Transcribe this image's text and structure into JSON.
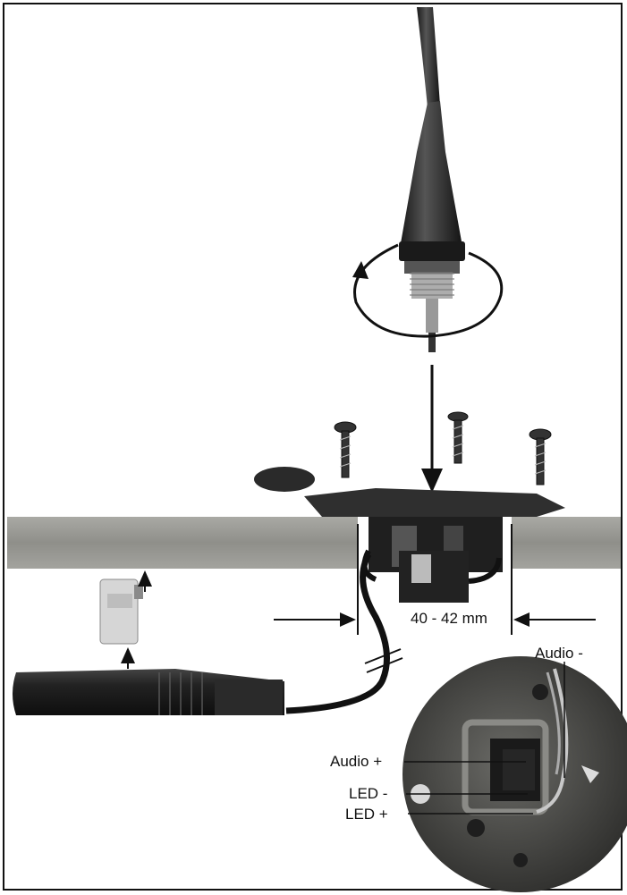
{
  "dimension": {
    "width_label": "40 - 42 mm"
  },
  "wiring": {
    "audio_minus": "Audio -",
    "audio_plus": "Audio +",
    "led_minus": "LED -",
    "led_plus": "LED +"
  },
  "colors": {
    "frame": "#111111",
    "tabletop": "#9a9a95",
    "gooseneck": "#2a2a2a",
    "metal": "#8c8c8c",
    "pcb": "#4a4a48"
  }
}
